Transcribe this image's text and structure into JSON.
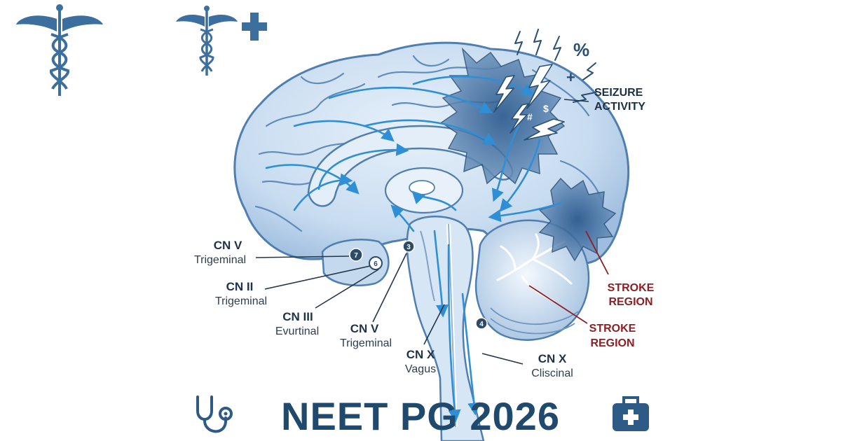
{
  "diagram": {
    "labels": {
      "cn_v_left": {
        "name": "CN V",
        "sub": "Trigeminal"
      },
      "cn_ii": {
        "name": "CN II",
        "sub": "Trigeminal"
      },
      "cn_iii": {
        "name": "CN III",
        "sub": "Evurtinal"
      },
      "cn_v_mid": {
        "name": "CN V",
        "sub": "Trigeminal"
      },
      "cn_x_vagus": {
        "name": "CN X",
        "sub": "Vagus"
      },
      "cn_x_right": {
        "name": "CN X",
        "sub": "Cliscinal"
      },
      "seizure": {
        "line1": "SEIZURE",
        "line2": "ACTIVITY"
      },
      "stroke_1": {
        "line1": "STROKE",
        "line2": "REGION"
      },
      "stroke_2": {
        "line1": "STROKE",
        "line2": "REGION"
      }
    },
    "markers": [
      "7",
      "6",
      "3",
      "4"
    ],
    "symbols": [
      "%",
      "+",
      "#",
      "$"
    ],
    "colors": {
      "brain_fill": "#cfe0f2",
      "brain_stroke": "#4f7fb0",
      "flow_arrow": "#2f8fd6",
      "lesion": "#4a76a6",
      "stroke_label": "#8e1f24",
      "title": "#1f4a6e"
    }
  },
  "header_icons": [
    "caduceus-icon",
    "caduceus-plus-icon"
  ],
  "footer": {
    "title": "NEET PG 2026",
    "left_icon": "stethoscope-icon",
    "right_icon": "medical-kit-icon"
  }
}
